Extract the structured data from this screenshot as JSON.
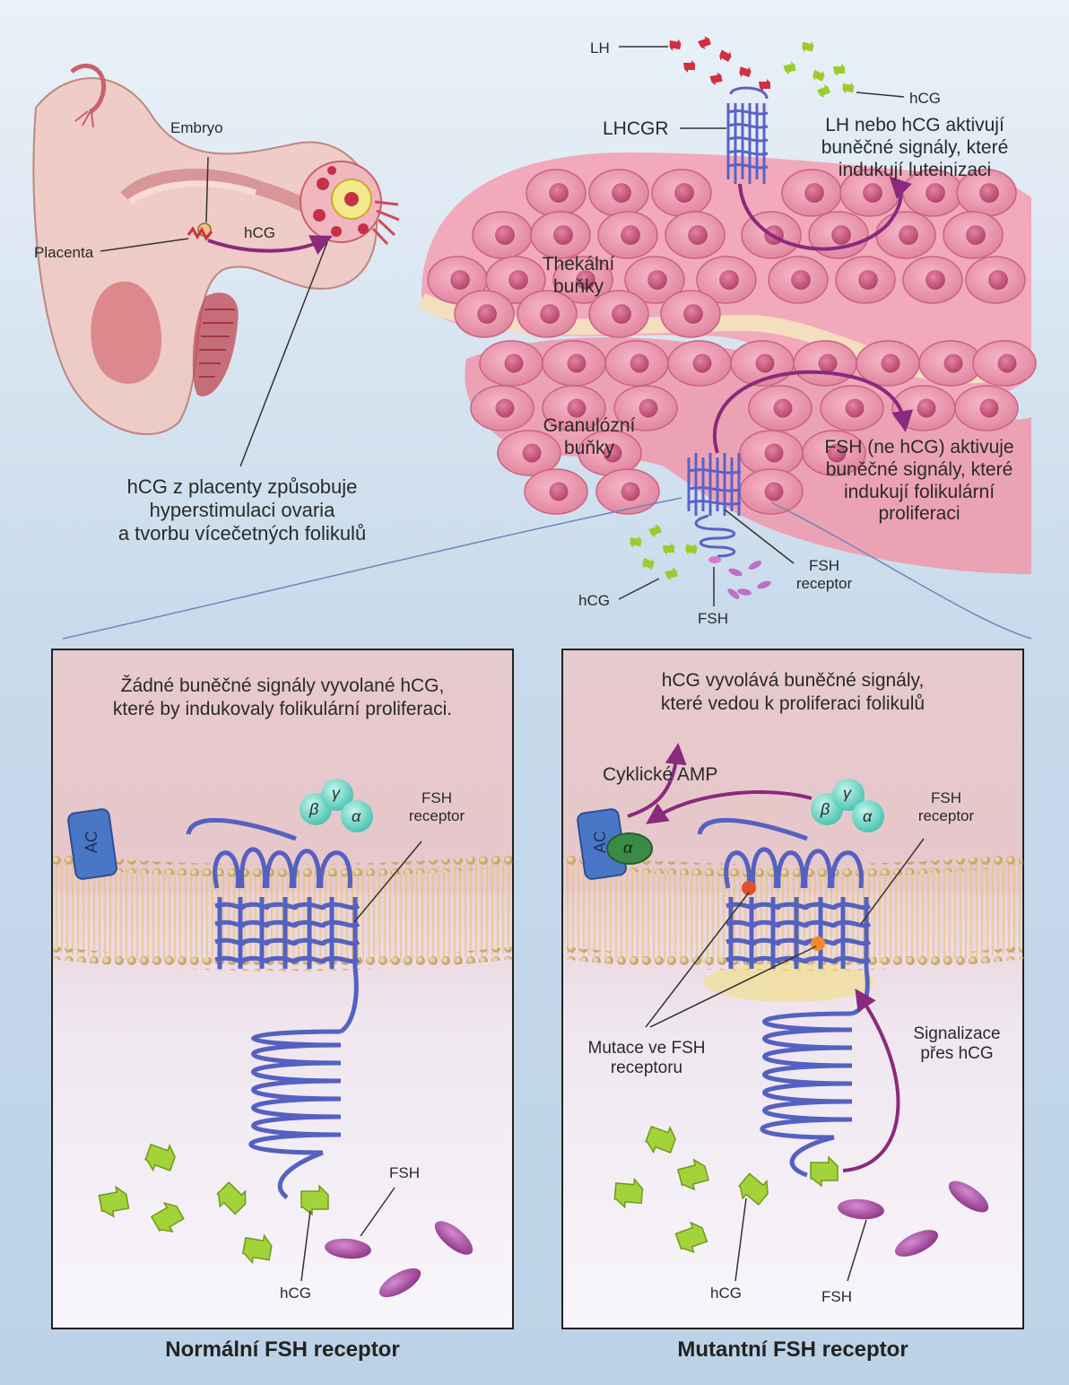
{
  "top_left": {
    "embryo": "Embryo",
    "placenta": "Placenta",
    "hcg_arrow": "hCG",
    "caption": [
      "hCG z placenty způsobuje",
      "hyperstimulaci ovaria",
      "a tvorbu vícečetných folikulů"
    ]
  },
  "top_right": {
    "lh": "LH",
    "hcg_top": "hCG",
    "lhcgr": "LHCGR",
    "lh_text": [
      "LH nebo hCG aktivují",
      "buněčné signály, které",
      "indukují luteinizaci"
    ],
    "thekalni": [
      "Thekální",
      "buňky"
    ],
    "granulozni": [
      "Granulózní",
      "buňky"
    ],
    "fsh_text": [
      "FSH (ne hCG) aktivuje",
      "buněčné signály, které",
      "indukují folikulární",
      "proliferaci"
    ],
    "fsh_receptor": [
      "FSH",
      "receptor"
    ],
    "hcg_bottom": "hCG",
    "fsh_bottom": "FSH"
  },
  "left_panel": {
    "top_text": [
      "Žádné buněčné signály vyvolané hCG,",
      "které by indukovaly folikulární proliferaci."
    ],
    "ac": "AC",
    "gamma": "γ",
    "beta": "β",
    "alpha": "α",
    "fsh_receptor": [
      "FSH",
      "receptor"
    ],
    "fsh": "FSH",
    "hcg": "hCG",
    "caption": "Normální FSH receptor"
  },
  "right_panel": {
    "top_text": [
      "hCG vyvolává buněčné signály,",
      "které vedou k proliferaci folikulů"
    ],
    "camp": "Cyklické AMP",
    "ac": "AC",
    "alpha_free": "α",
    "gamma": "γ",
    "beta": "β",
    "alpha": "α",
    "fsh_receptor": [
      "FSH",
      "receptor"
    ],
    "mutation": [
      "Mutace ve FSH",
      "receptoru"
    ],
    "signal": [
      "Signalizace",
      "přes hCG"
    ],
    "hcg": "hCG",
    "fsh": "FSH",
    "caption": "Mutantní FSH receptor"
  },
  "colors": {
    "background": "#c9dbeb",
    "cell_pink": "#e58aa5",
    "nucleus": "#c04a72",
    "receptor": "#5b63c4",
    "hcg": "#9ccc2c",
    "fsh": "#a5489f",
    "arrow": "#8a2a7c",
    "lh": "#d2303e",
    "g_protein": "#5fd4c2",
    "ac": "#4a76c6",
    "alpha_free": "#3a8a48",
    "membrane": "#e8c85e"
  }
}
